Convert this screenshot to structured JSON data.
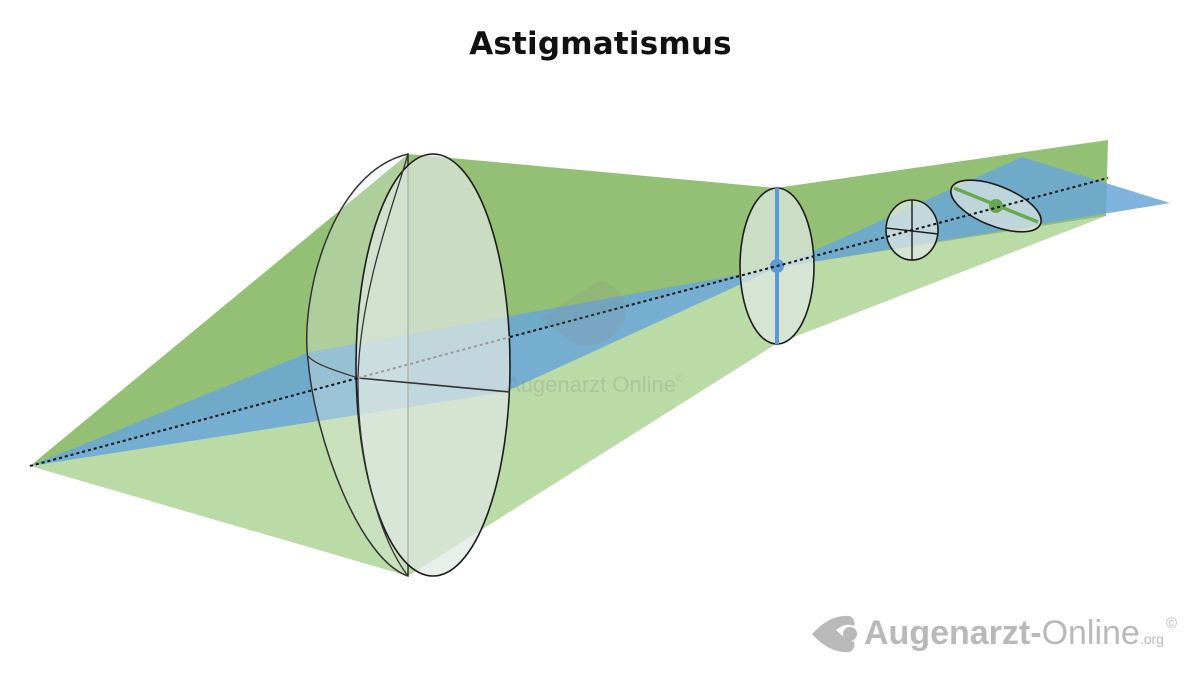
{
  "title": "Astigmatismus",
  "watermark": {
    "text": "Augenarzt Online",
    "copyright": "©"
  },
  "logo": {
    "brand": "Augenarzt",
    "separator": "-",
    "suffix": "Online",
    "tld": ".org",
    "copyright": "©"
  },
  "colors": {
    "green": "#7db55e",
    "green_light": "#a9d191",
    "blue": "#5b9bd5",
    "lens_fill": "#dde6e0",
    "optical_axis": "#111111",
    "logo_gray": "#b9b9b9"
  },
  "icons": [
    "eye-logo-icon"
  ]
}
